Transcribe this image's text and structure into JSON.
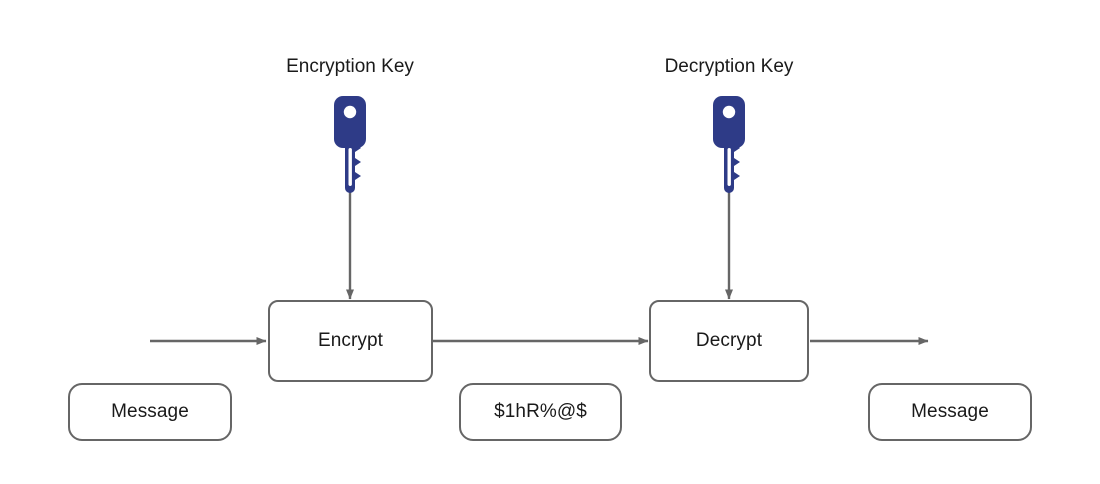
{
  "diagram": {
    "title": "Symmetric / asymmetric encryption flow",
    "background_color": "#ffffff",
    "line_color": "#666666",
    "text_color": "#1a1a1a",
    "key_color": "#2e3b87"
  },
  "labels": {
    "encryption_key": "Encryption Key",
    "decryption_key": "Decryption Key"
  },
  "nodes": {
    "encrypt": "Encrypt",
    "decrypt": "Decrypt",
    "message_in": "Message",
    "ciphertext": "$1hR%@$",
    "message_out": "Message"
  },
  "icons": {
    "encryption_key_icon": "key-icon",
    "decryption_key_icon": "key-icon",
    "arrow_in": "arrow-right-icon",
    "arrow_mid": "arrow-right-icon",
    "arrow_out": "arrow-right-icon",
    "arrow_key_to_encrypt": "arrow-down-icon",
    "arrow_key_to_decrypt": "arrow-down-icon"
  }
}
